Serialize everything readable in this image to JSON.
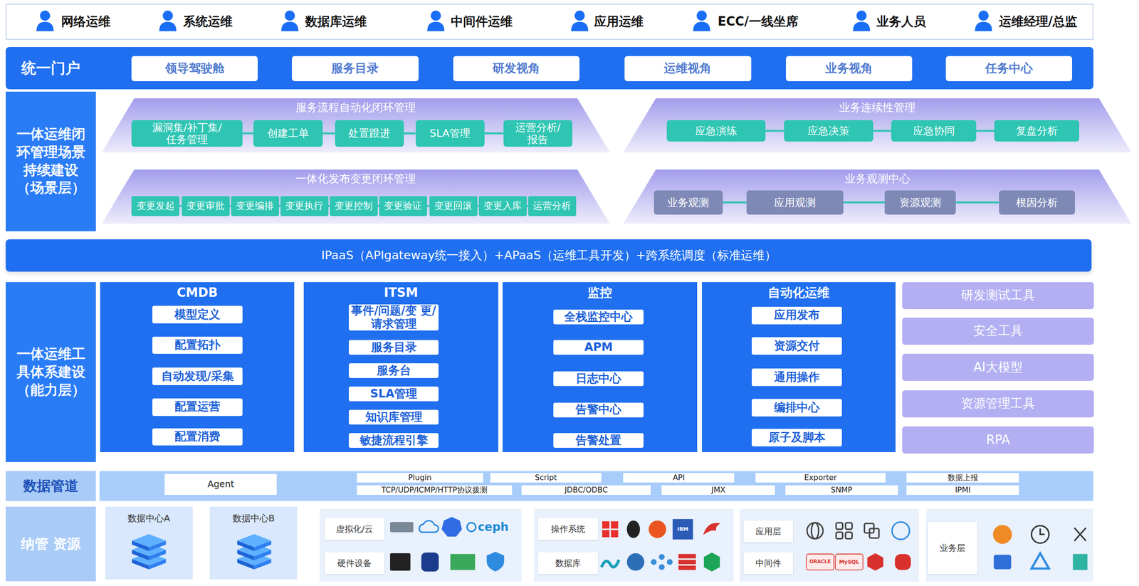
{
  "diagram": {
    "nodes": [
      {
        "text": [
          "网络运维",
          "系统运维",
          "数据库运维",
          "中间件运维",
          "应用运维",
          "ECC/一线坐席",
          "业务人员",
          "运维经理/总监"
        ]
      },
      {
        "text": [
          "统一门户"
        ]
      },
      {
        "text": [
          "领导驾驶舱"
        ],
        "in": 1
      },
      {
        "text": [
          "服务目录"
        ],
        "in": 1
      },
      {
        "text": [
          "研发视角"
        ],
        "in": 1
      },
      {
        "text": [
          "运维视角"
        ],
        "in": 1
      },
      {
        "text": [
          "业务视角"
        ],
        "in": 1
      },
      {
        "text": [
          "任务中心"
        ],
        "in": 1
      },
      {
        "text": [
          "一体运维闭 环管理场景 持续建设 （场景层）"
        ]
      },
      {
        "text": [
          "服务流程自动化闭环管理"
        ]
      },
      {
        "text": [
          "漏洞集/补丁集/ 任务管理"
        ],
        "in": 9
      },
      {
        "text": [
          "创建工单"
        ],
        "in": 9
      },
      {
        "text": [
          "处置跟进"
        ],
        "in": 9
      },
      {
        "text": [
          "SLA管理"
        ],
        "in": 9
      },
      {
        "text": [
          "运营分析/ 报告"
        ],
        "in": 9
      },
      {
        "text": [
          "业务连续性管理"
        ]
      },
      {
        "text": [
          "应急演练"
        ],
        "in": 15
      },
      {
        "text": [
          "应急决策"
        ],
        "in": 15
      },
      {
        "text": [
          "应急协同"
        ],
        "in": 15
      },
      {
        "text": [
          "复盘分析"
        ],
        "in": 15
      },
      {
        "text": [
          "一体化发布变更闭环管理"
        ]
      },
      {
        "text": [
          "变更发起"
        ],
        "in": 20
      },
      {
        "text": [
          "变更审批"
        ],
        "in": 20
      },
      {
        "text": [
          "变更编排"
        ],
        "in": 20
      },
      {
        "text": [
          "变更执行"
        ],
        "in": 20
      },
      {
        "text": [
          "变更控制"
        ],
        "in": 20
      },
      {
        "text": [
          "变更验证"
        ],
        "in": 20
      },
      {
        "text": [
          "变更回滚"
        ],
        "in": 20
      },
      {
        "text": [
          "变更入库"
        ],
        "in": 20
      },
      {
        "text": [
          "运营分析"
        ],
        "in": 20
      },
      {
        "text": [
          "业务观测中心"
        ]
      },
      {
        "text": [
          "业务观测"
        ],
        "in": 30
      },
      {
        "text": [
          "应用观测"
        ],
        "in": 30
      },
      {
        "text": [
          "资源观测"
        ],
        "in": 30
      },
      {
        "text": [
          "根因分析"
        ],
        "in": 30
      },
      {
        "text": [
          "IPaaS（APIgateway统一接入）+APaaS（运维工具开发）+跨系统调度（标准运维）"
        ]
      },
      {
        "text": [
          "一体运维工 具体系建设 （能力层）"
        ]
      },
      {
        "text": [
          "CMDB"
        ]
      },
      {
        "text": [
          "模型定义"
        ],
        "in": 37
      },
      {
        "text": [
          "配置拓扑"
        ],
        "in": 37
      },
      {
        "text": [
          "自动发现/采集"
        ],
        "in": 37
      },
      {
        "text": [
          "配置运营"
        ],
        "in": 37
      },
      {
        "text": [
          "配置消费"
        ],
        "in": 37
      },
      {
        "text": [
          "ITSM"
        ]
      },
      {
        "text": [
          "事件/问题/变 更/请求管理"
        ],
        "in": 43
      },
      {
        "text": [
          "服务目录"
        ],
        "in": 43
      },
      {
        "text": [
          "服务台"
        ],
        "in": 43
      },
      {
        "text": [
          "SLA管理"
        ],
        "in": 43
      },
      {
        "text": [
          "知识库管理"
        ],
        "in": 43
      },
      {
        "text": [
          "敏捷流程引擎"
        ],
        "in": 43
      },
      {
        "text": [
          "监控"
        ]
      },
      {
        "text": [
          "全栈监控中心"
        ],
        "in": 50
      },
      {
        "text": [
          "APM"
        ],
        "in": 50
      },
      {
        "text": [
          "日志中心"
        ],
        "in": 50
      },
      {
        "text": [
          "告警中心"
        ],
        "in": 50
      },
      {
        "text": [
          "告警处置"
        ],
        "in": 50
      },
      {
        "text": [
          "自动化运维"
        ]
      },
      {
        "text": [
          "应用发布"
        ],
        "in": 56
      },
      {
        "text": [
          "资源交付"
        ],
        "in": 56
      },
      {
        "text": [
          "通用操作"
        ],
        "in": 56
      },
      {
        "text": [
          "编排中心"
        ],
        "in": 56
      },
      {
        "text": [
          "原子及脚本"
        ],
        "in": 56
      },
      {
        "text": [
          "研发测试工具"
        ]
      },
      {
        "text": [
          "安全工具"
        ]
      },
      {
        "text": [
          "AI大模型"
        ]
      },
      {
        "text": [
          "资源管理工具"
        ]
      },
      {
        "text": [
          "RPA"
        ]
      },
      {
        "text": [
          "数据管道"
        ]
      },
      {
        "text": [
          "Agent"
        ]
      },
      {
        "text": [
          "Plugin"
        ]
      },
      {
        "text": [
          "Script"
        ]
      },
      {
        "text": [
          "API"
        ]
      },
      {
        "text": [
          "Exporter"
        ]
      },
      {
        "text": [
          "数据上报"
        ]
      },
      {
        "text": [
          "TCP/UDP/ICMP/HTTP协议拨测"
        ]
      },
      {
        "text": [
          "JDBC/ODBC"
        ]
      },
      {
        "text": [
          "JMX"
        ]
      },
      {
        "text": [
          "SNMP"
        ]
      },
      {
        "text": [
          "IPMI"
        ]
      },
      {
        "text": [
          "纳管 资源"
        ]
      },
      {
        "text": [
          "数据中心A"
        ]
      },
      {
        "text": [
          "数据中心B"
        ]
      },
      {
        "text": [
          "虚拟化/云"
        ]
      },
      {
        "text": [
          "硬件设备"
        ]
      },
      {
        "text": [
          "操作系统"
        ]
      },
      {
        "text": [
          "数据库"
        ]
      },
      {
        "text": [
          "应用层"
        ]
      },
      {
        "text": [
          "中间件"
        ]
      },
      {
        "text": [
          "业务层"
        ]
      }
    ],
    "edges": [
      {
        "from": 10,
        "to": 11,
        "arrow": "none"
      },
      {
        "from": 11,
        "to": 12,
        "arrow": "none"
      },
      {
        "from": 12,
        "to": 13,
        "arrow": "none"
      },
      {
        "from": 13,
        "to": 14,
        "arrow": "none"
      },
      {
        "from": 16,
        "to": 17,
        "arrow": "none"
      },
      {
        "from": 17,
        "to": 18,
        "arrow": "none"
      },
      {
        "from": 18,
        "to": 19,
        "arrow": "none"
      },
      {
        "from": 21,
        "to": 22,
        "arrow": "none"
      },
      {
        "from": 22,
        "to": 23,
        "arrow": "none"
      },
      {
        "from": 23,
        "to": 24,
        "arrow": "none"
      },
      {
        "from": 24,
        "to": 25,
        "arrow": "none"
      },
      {
        "from": 25,
        "to": 26,
        "arrow": "none"
      },
      {
        "from": 26,
        "to": 27,
        "arrow": "none"
      },
      {
        "from": 27,
        "to": 28,
        "arrow": "none"
      },
      {
        "from": 28,
        "to": 29,
        "arrow": "none"
      },
      {
        "from": 31,
        "to": 32,
        "arrow": "none"
      },
      {
        "from": 32,
        "to": 33,
        "arrow": "none"
      },
      {
        "from": 33,
        "to": 34,
        "arrow": "none"
      }
    ],
    "labels": [
      "ceph",
      "IBM",
      "ORACLE",
      "MySQL"
    ]
  }
}
